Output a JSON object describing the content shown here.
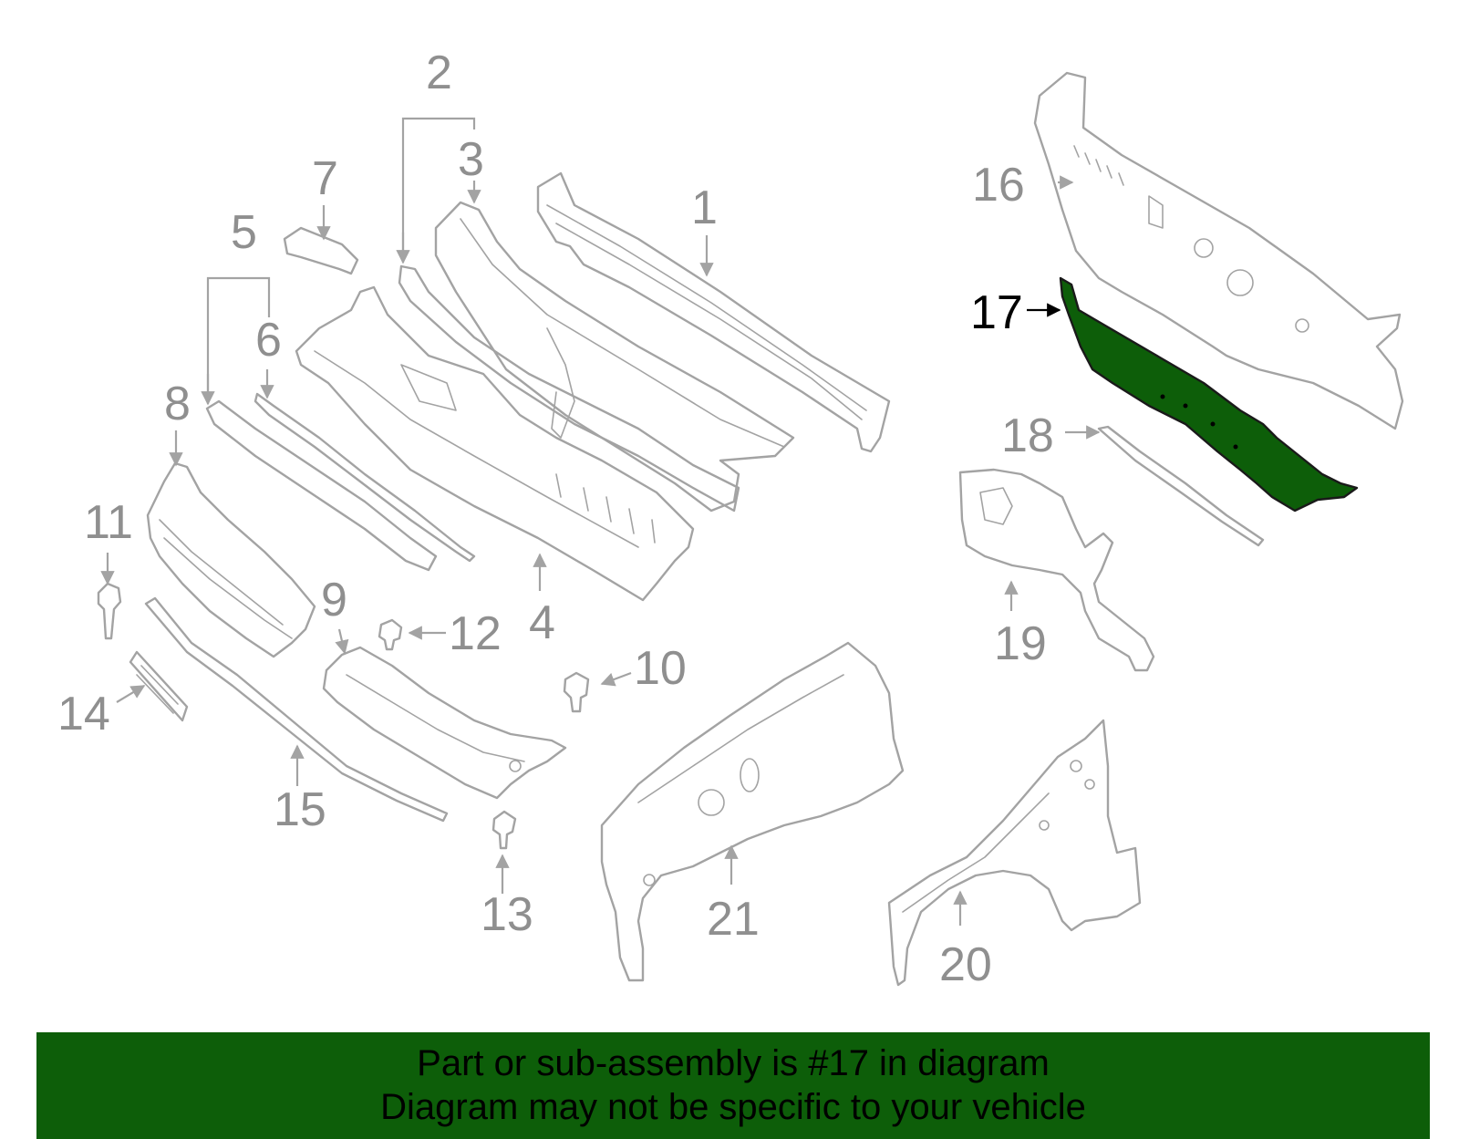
{
  "callouts": [
    "1",
    "2",
    "3",
    "4",
    "5",
    "6",
    "7",
    "8",
    "9",
    "10",
    "11",
    "12",
    "13",
    "14",
    "15",
    "16",
    "17",
    "18",
    "19",
    "20",
    "21"
  ],
  "highlighted_part": "17",
  "colors": {
    "highlight": "#0d5e09",
    "banner": "#0d5e09",
    "part_lines": "#a3a3a3",
    "callout_text": "#8f8f8f"
  },
  "banner": {
    "line1": "Part or sub-assembly is #17 in diagram",
    "line2": "Diagram may not be specific to your vehicle"
  }
}
